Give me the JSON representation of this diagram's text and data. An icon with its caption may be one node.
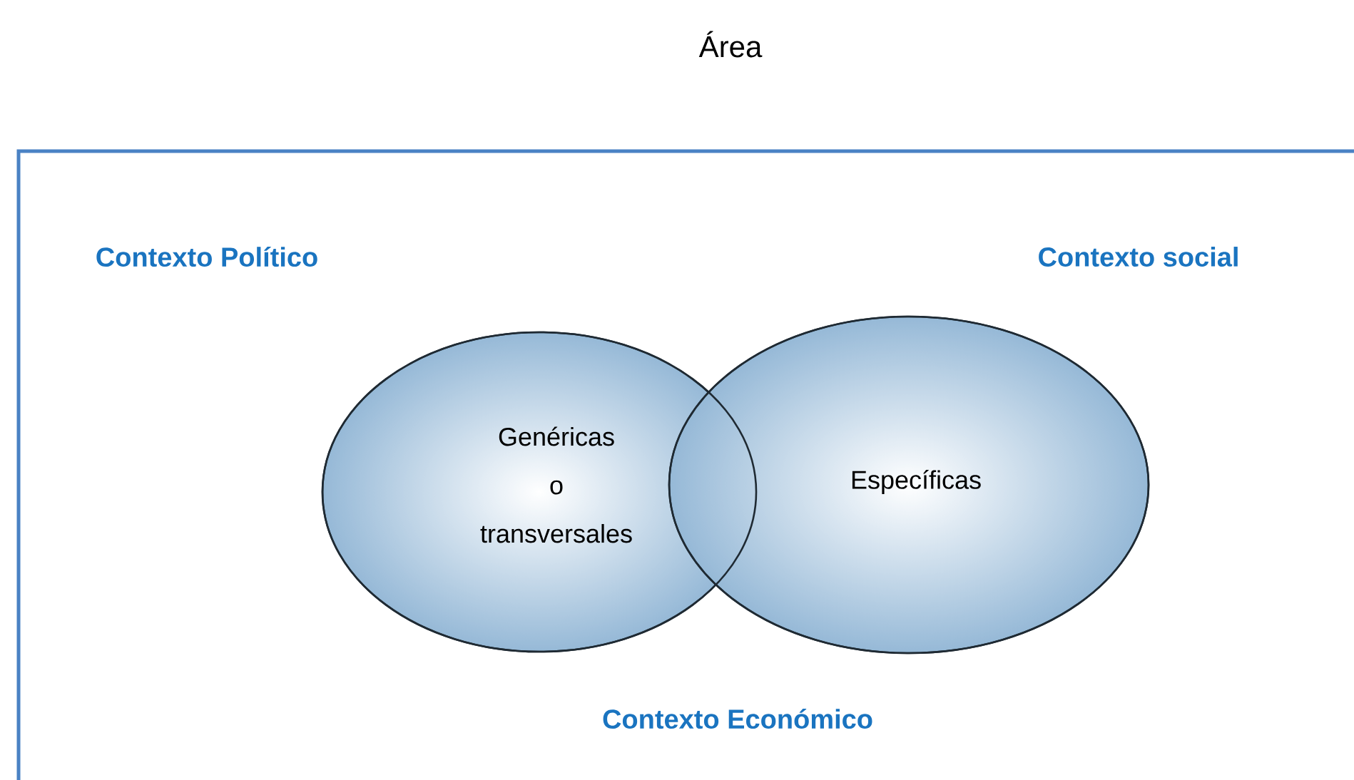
{
  "diagram": {
    "title": "Área",
    "nodes": [
      {
        "text": [],
        "shape": "box"
      },
      {
        "text": [
          "Genéricas o transversales"
        ],
        "in": 0
      },
      {
        "text": [
          "Específicas"
        ],
        "in": 0
      }
    ],
    "labels": [
      "Contexto Político",
      "Contexto social",
      "Contexto Económico"
    ]
  }
}
